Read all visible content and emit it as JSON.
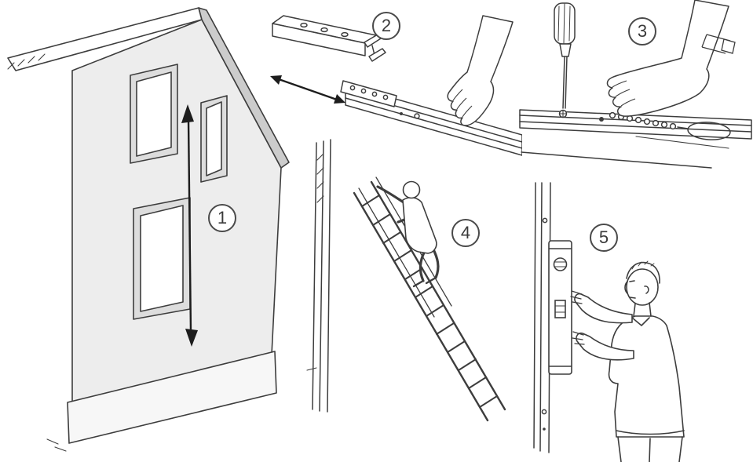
{
  "figure": {
    "background_color": "#ffffff",
    "line_color": "#3d3d3d",
    "accent_color": "#1d1d1d",
    "steps": [
      {
        "number": "1",
        "illustration": "house-height-measurement"
      },
      {
        "number": "2",
        "illustration": "joining-track-sections"
      },
      {
        "number": "3",
        "illustration": "screwing-track-with-screwdriver"
      },
      {
        "number": "4",
        "illustration": "climbing-ladder"
      },
      {
        "number": "5",
        "illustration": "checking-vertical-with-spirit-level"
      }
    ]
  }
}
